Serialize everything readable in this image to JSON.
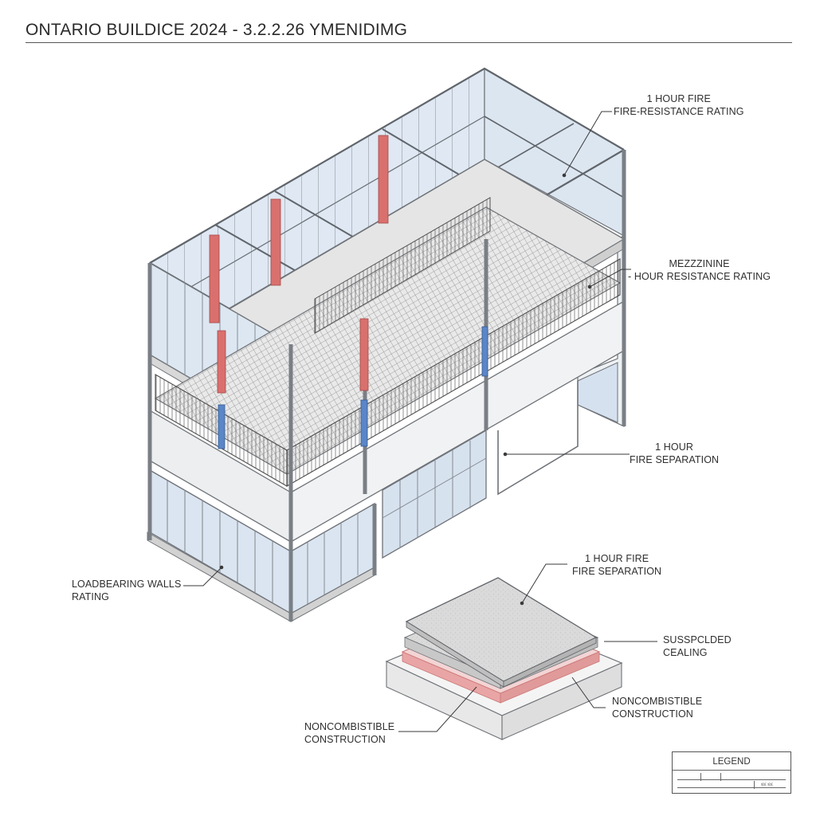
{
  "title": "ONTARIO BUILDICE 2024 - 3.2.2.26 YMENIDIMG",
  "colors": {
    "glass": "#dbe6f2",
    "frame": "#6f7378",
    "fire_red": "#d9706e",
    "structure_blue": "#5a86c8",
    "slab": "#e4e4e4"
  },
  "labels": {
    "fire_rating": {
      "line1": "1 HOUR FIRE",
      "line2": "FIRE-RESISTANCE RATING"
    },
    "mezzanine": {
      "line1": "MEZZZININE",
      "line2": "- HOUR RESISTANCE RATING"
    },
    "fire_separation_1": {
      "line1": "1 HOUR",
      "line2": "FIRE SEPARATION"
    },
    "loadbearing": {
      "line1": "LOADBEARING WALLS",
      "line2": "RATING"
    },
    "fire_separation_2": {
      "line1": "1 HOUR FIRE",
      "line2": "FIRE SEPARATION"
    },
    "suspended_ceiling": {
      "line1": "SUSSPCLDED",
      "line2": "CEALING"
    },
    "noncombustible_right": {
      "line1": "NONCOMBISTIBLE",
      "line2": "CONSTRUCTION"
    },
    "noncombustible_left": {
      "line1": "NONCOMBISTIBLE",
      "line2": "CONSTRUCTION"
    }
  },
  "legend": {
    "title": "LEGEND",
    "glyph": "≤≤ ≤≤"
  }
}
